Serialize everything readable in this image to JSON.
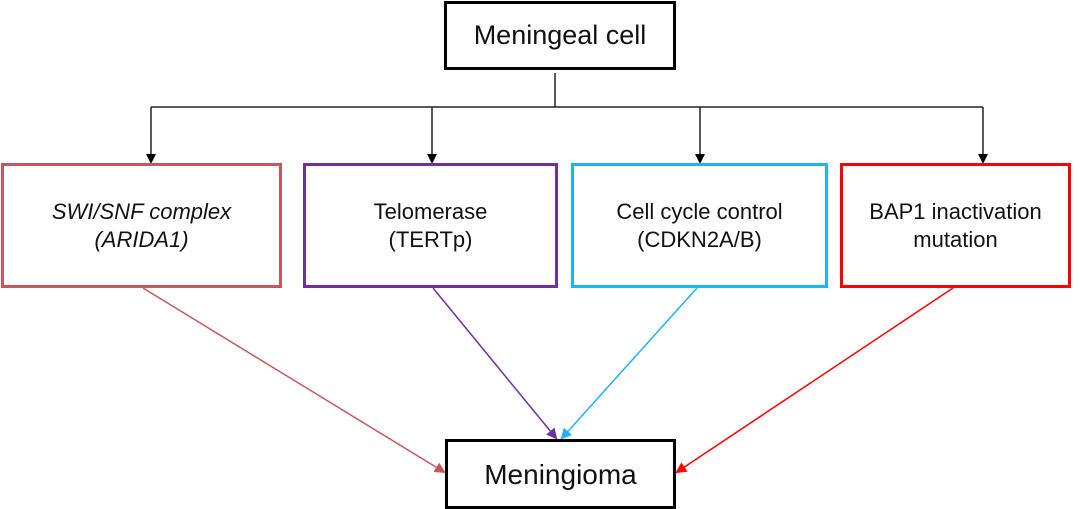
{
  "nodes": {
    "source": {
      "label": "Meningeal cell"
    },
    "target": {
      "label": "Meningioma"
    },
    "pathways": [
      {
        "line1": "SWI/SNF complex",
        "line2": "(ARIDA1)",
        "color": "#c9565a",
        "italic": true
      },
      {
        "line1": "Telomerase",
        "line2": "(TERTp)",
        "color": "#7030a0",
        "italic": false
      },
      {
        "line1": "Cell cycle control",
        "line2": "(CDKN2A/B)",
        "color": "#1eb4ec",
        "italic": false
      },
      {
        "line1": "BAP1 inactivation",
        "line2": "mutation",
        "color": "#ff0000",
        "italic": false
      }
    ]
  },
  "edges": [
    {
      "from": "Meningeal cell",
      "to": "SWI/SNF complex (ARIDA1)",
      "color": "#000000"
    },
    {
      "from": "Meningeal cell",
      "to": "Telomerase (TERTp)",
      "color": "#000000"
    },
    {
      "from": "Meningeal cell",
      "to": "Cell cycle control (CDKN2A/B)",
      "color": "#000000"
    },
    {
      "from": "Meningeal cell",
      "to": "BAP1 inactivation mutation",
      "color": "#000000"
    },
    {
      "from": "SWI/SNF complex (ARIDA1)",
      "to": "Meningioma",
      "color": "#c9565a"
    },
    {
      "from": "Telomerase (TERTp)",
      "to": "Meningioma",
      "color": "#7030a0"
    },
    {
      "from": "Cell cycle control (CDKN2A/B)",
      "to": "Meningioma",
      "color": "#1eb4ec"
    },
    {
      "from": "BAP1 inactivation mutation",
      "to": "Meningioma",
      "color": "#ff0000"
    }
  ]
}
